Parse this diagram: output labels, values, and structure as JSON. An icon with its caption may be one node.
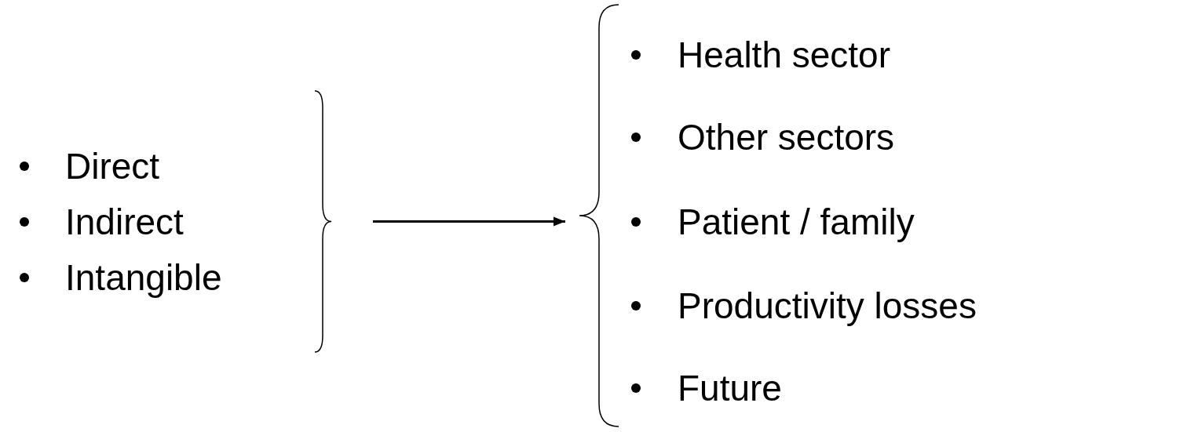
{
  "diagram": {
    "nodes": [
      {
        "text": [
          "Direct",
          "Indirect",
          "Intangible"
        ]
      },
      {
        "text": [
          "Health sector",
          "Other sectors",
          "Patient / family",
          "Productivity losses",
          "Future"
        ]
      }
    ],
    "edges": [
      {
        "from": 0,
        "to": 1,
        "arrow": "to"
      }
    ]
  }
}
